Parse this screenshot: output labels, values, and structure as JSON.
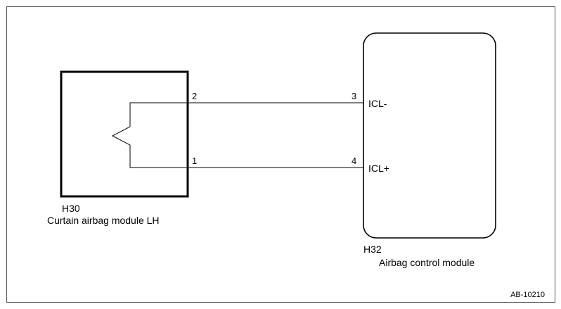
{
  "diagram": {
    "ref_code": "AB-10210",
    "left_component": {
      "connector": "H30",
      "name": "Curtain airbag module LH"
    },
    "right_component": {
      "connector": "H32",
      "name": "Airbag control module"
    },
    "wires": [
      {
        "from_pin": "2",
        "to_pin": "3",
        "signal": "ICL-"
      },
      {
        "from_pin": "1",
        "to_pin": "4",
        "signal": "ICL+"
      }
    ],
    "colors": {
      "line": "#000000",
      "background": "#ffffff",
      "border": "#555555"
    }
  }
}
